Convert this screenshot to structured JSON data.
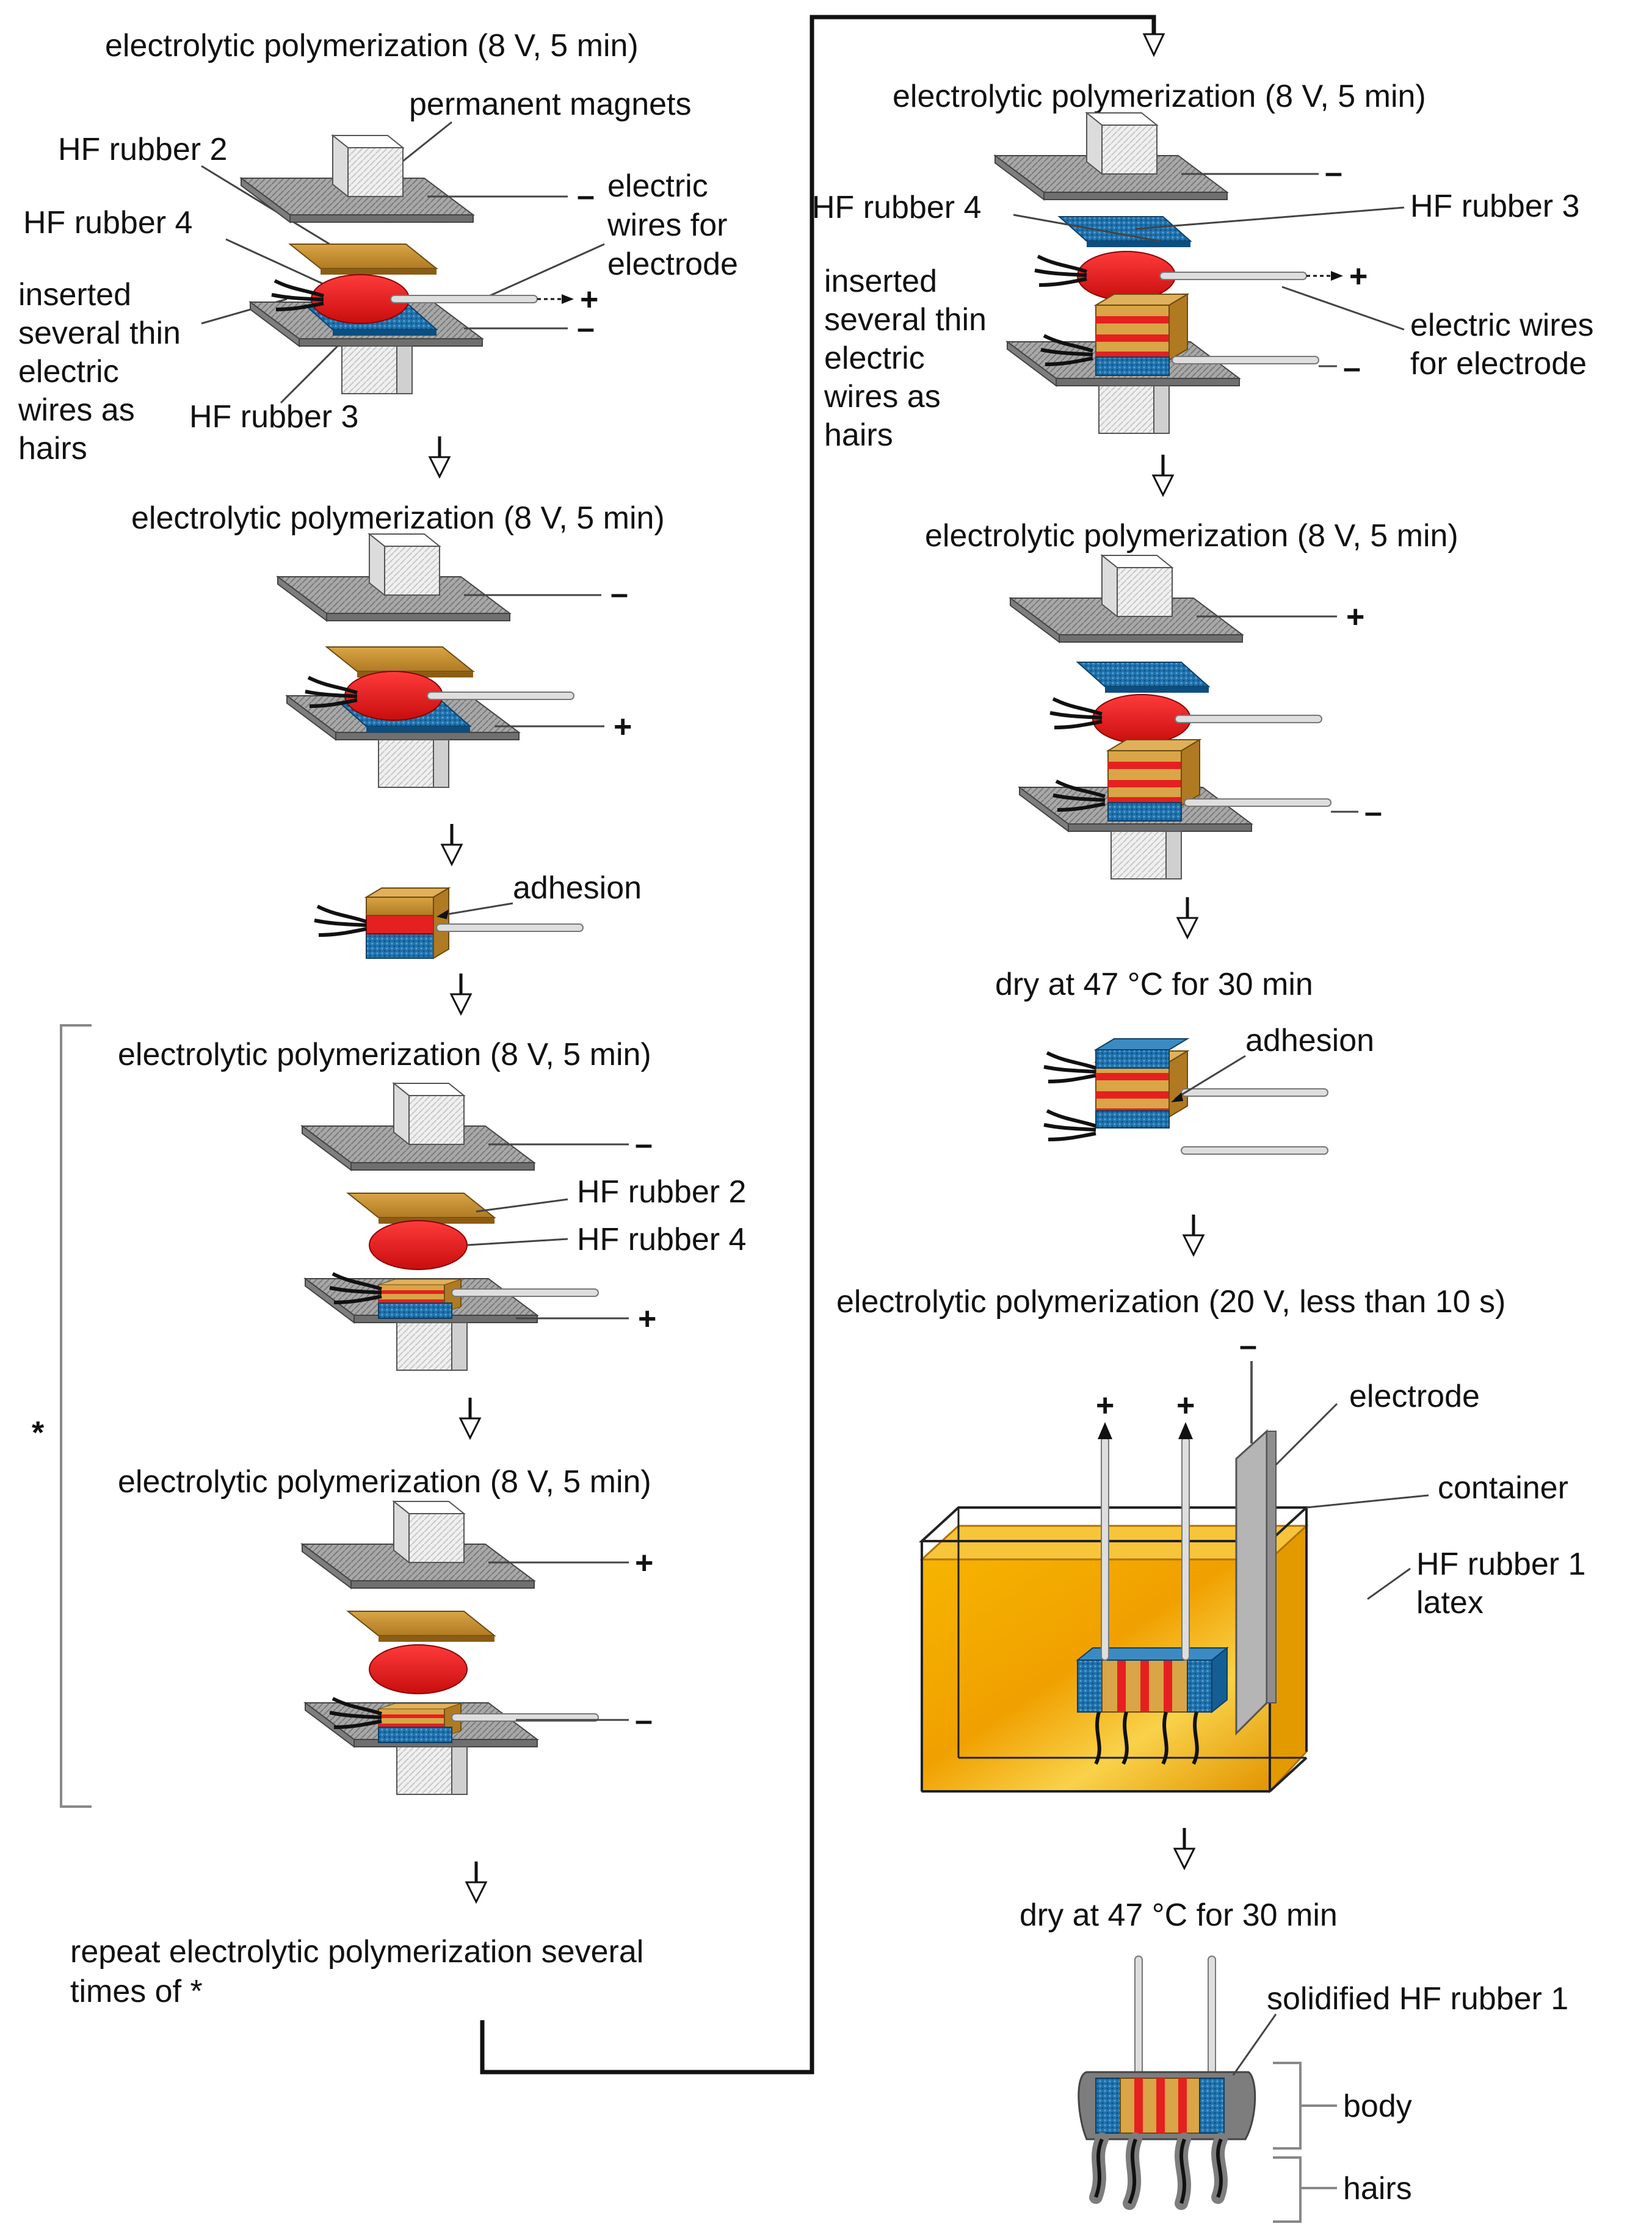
{
  "steps": {
    "s1": "electrolytic polymerization (8 V, 5 min)",
    "s2": "electrolytic polymerization (8 V, 5 min)",
    "s3": "electrolytic polymerization (8 V, 5 min)",
    "s4": "electrolytic polymerization (8 V, 5 min)",
    "s5": "electrolytic polymerization (8 V, 5 min)",
    "s6": "electrolytic polymerization (8 V, 5 min)",
    "dry1": "dry at 47 °C for 30 min",
    "s7": "electrolytic polymerization (20 V, less than 10 s)",
    "dry2": "dry at 47 °C for 30 min"
  },
  "repeat": {
    "line1": "repeat electrolytic polymerization several",
    "line2": "times of *"
  },
  "star": "*",
  "labels": {
    "permanent_magnets": "permanent magnets",
    "hf_rubber_2": "HF rubber 2",
    "hf_rubber_4": "HF rubber 4",
    "hf_rubber_3": "HF rubber 3",
    "inserted": [
      "inserted",
      "several thin",
      "electric",
      "wires as",
      "hairs"
    ],
    "wires_for_electrode": [
      "electric",
      "wires for",
      "electrode"
    ],
    "wires_for_electrode_r": [
      "electric wires",
      "for electrode"
    ],
    "adhesion": "adhesion",
    "electrode": "electrode",
    "container": "container",
    "hf_rubber_1_latex": [
      "HF rubber 1",
      "latex"
    ],
    "solidified": "solidified HF rubber 1",
    "body": "body",
    "hairs": "hairs"
  },
  "signs": {
    "plus": "+",
    "minus": "–"
  },
  "colors": {
    "plate": "#9a9a9a",
    "magnet": "#e8e8e8",
    "hf2": "#c8922e",
    "hf4": "#e52020",
    "hf3": "#1d6ea8",
    "latex": "#f2a800",
    "grey_rubber": "#7d7d7d"
  }
}
